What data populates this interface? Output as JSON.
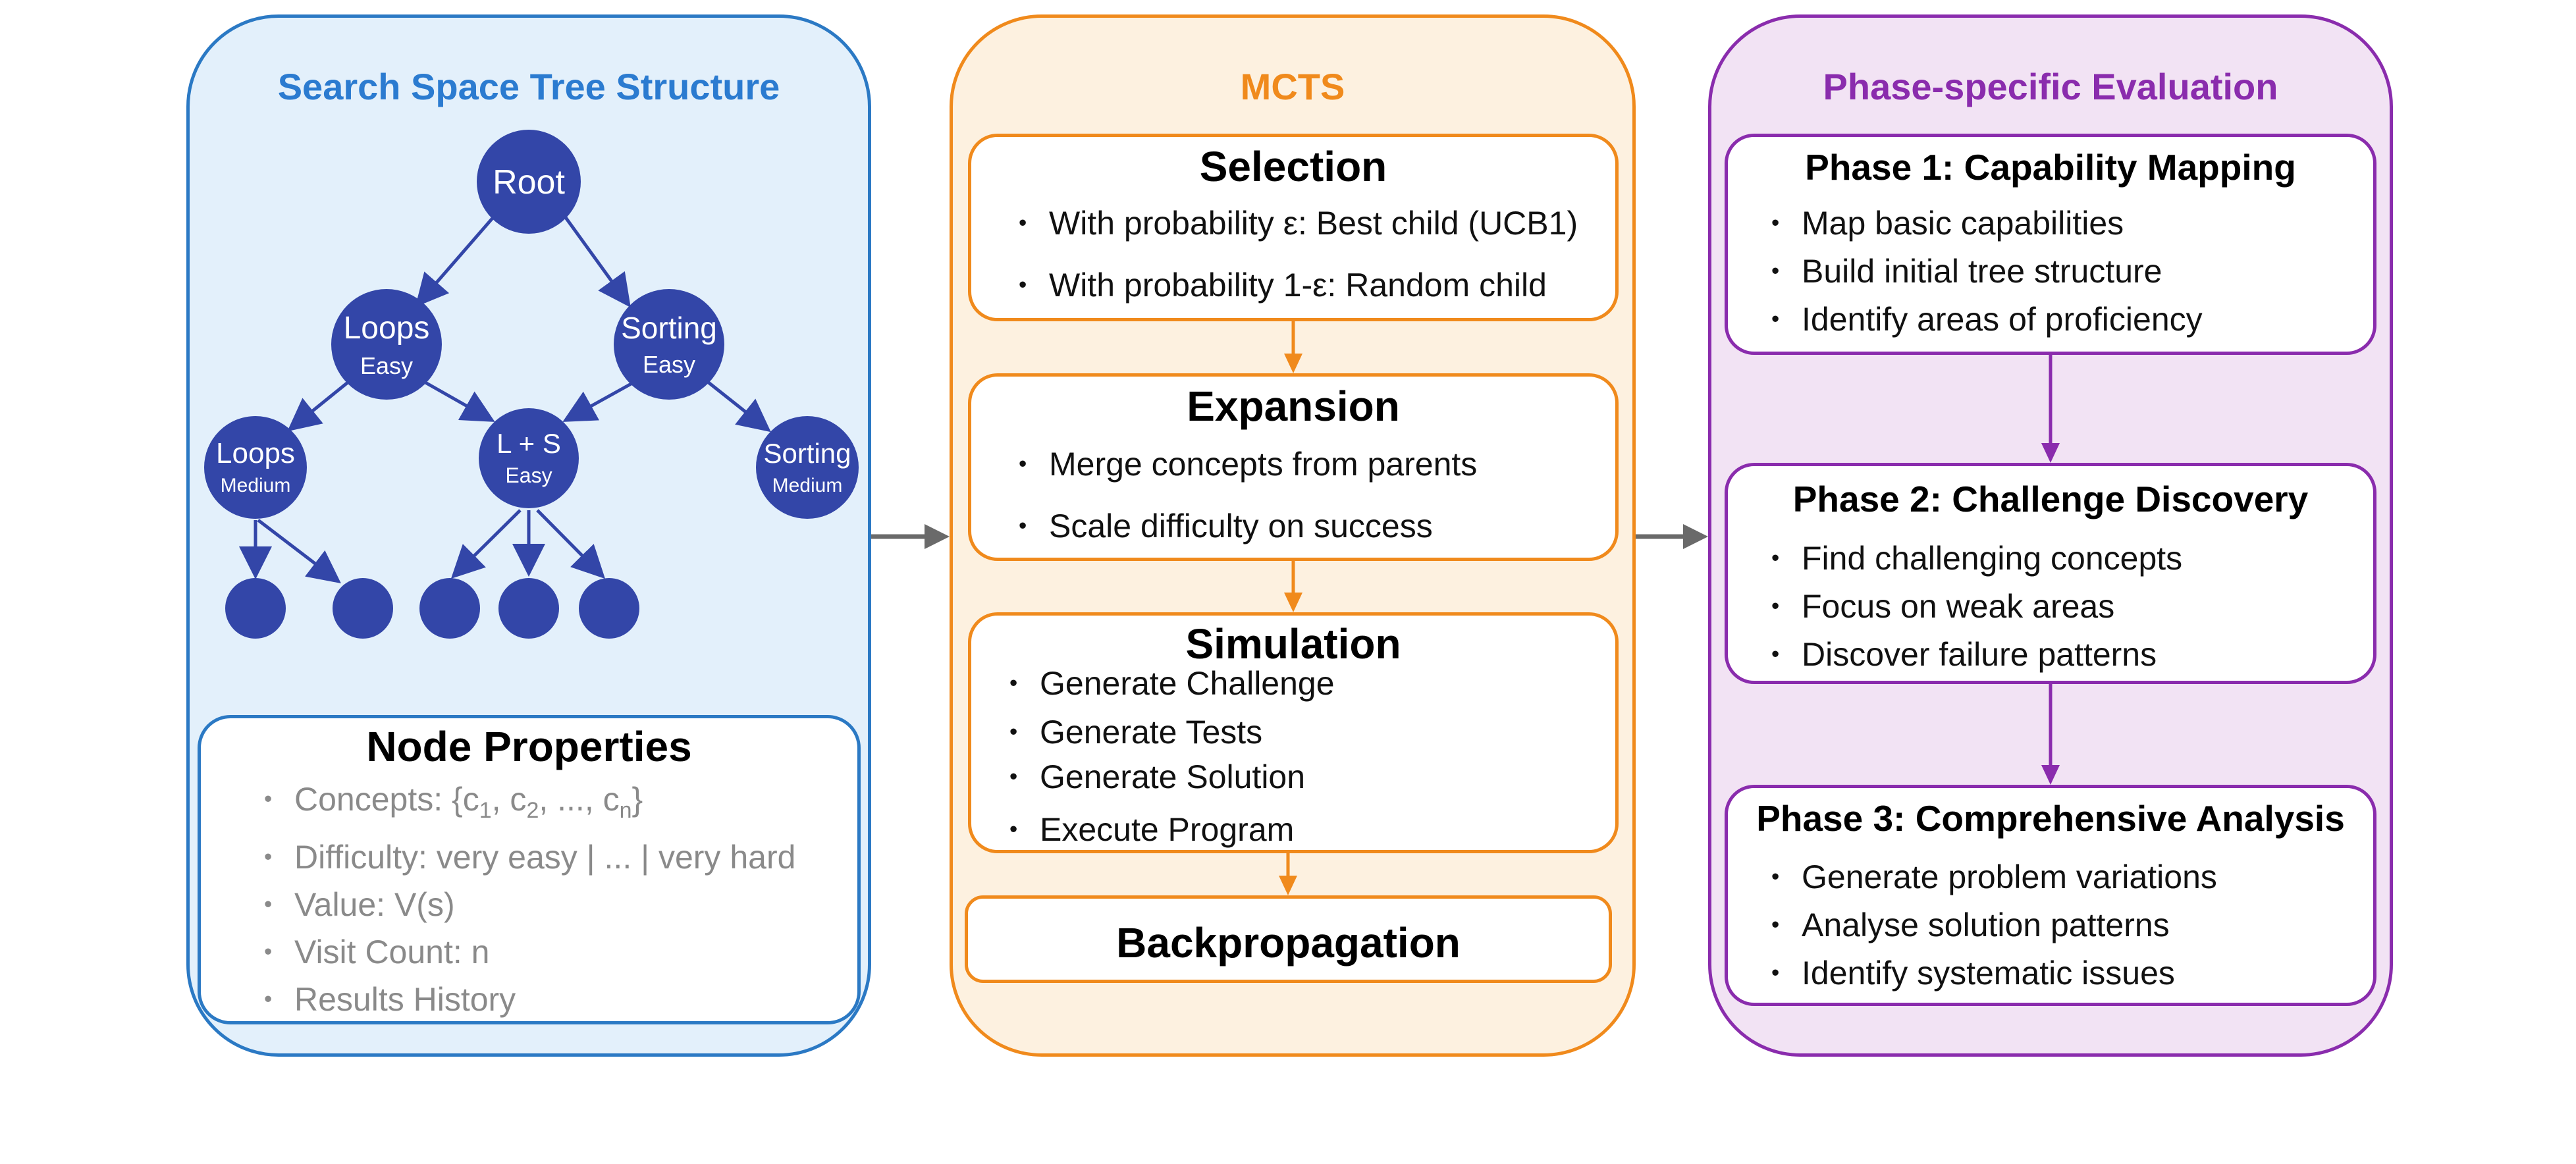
{
  "colors": {
    "blue_border": "#2b79c4",
    "blue_fill": "#e3f0fb",
    "blue_title": "#2b7bd0",
    "node_fill": "#3346a8",
    "orange_border": "#f08a1c",
    "orange_fill": "#fdf1e0",
    "orange_title": "#f08a1c",
    "purple_border": "#8a2cad",
    "purple_fill": "#f2e3f4",
    "purple_title": "#8a2cad",
    "arrow_gray": "#6a6a6a",
    "props_text": "#8a8a8a"
  },
  "left_panel": {
    "title": "Search Space Tree Structure",
    "tree": {
      "root": "Root",
      "loops": "Loops",
      "loops_sub": "Easy",
      "sorting": "Sorting",
      "sorting_sub": "Easy",
      "loops_med": "Loops",
      "loops_med_sub": "Medium",
      "ls": "L + S",
      "ls_sub": "Easy",
      "sorting_med": "Sorting",
      "sorting_med_sub": "Medium"
    },
    "props": {
      "title": "Node Properties",
      "concepts_prefix": "Concepts: {c",
      "c1_sub": "1",
      "sep1": ", c",
      "c2_sub": "2",
      "sep2": ", ..., c",
      "cn_sub": "n",
      "concepts_suffix": "}",
      "difficulty": "Difficulty: very easy | ... | very hard",
      "value": "Value: V(s)",
      "visit": "Visit Count: n",
      "history": "Results History"
    }
  },
  "middle_panel": {
    "title": "MCTS",
    "selection": {
      "title": "Selection",
      "items": [
        "With probability ε: Best child (UCB1)",
        "With probability 1-ε: Random child"
      ]
    },
    "expansion": {
      "title": "Expansion",
      "items": [
        "Merge concepts from parents",
        "Scale difficulty on success"
      ]
    },
    "simulation": {
      "title": "Simulation",
      "items": [
        "Generate Challenge",
        "Generate Tests",
        "Generate Solution",
        "Execute Program"
      ]
    },
    "backprop": {
      "title": "Backpropagation"
    }
  },
  "right_panel": {
    "title": "Phase-specific Evaluation",
    "phase1": {
      "title": "Phase 1: Capability Mapping",
      "items": [
        "Map basic capabilities",
        "Build initial tree structure",
        "Identify areas of proficiency"
      ]
    },
    "phase2": {
      "title": "Phase 2: Challenge Discovery",
      "items": [
        "Find challenging concepts",
        "Focus on weak areas",
        "Discover failure patterns"
      ]
    },
    "phase3": {
      "title": "Phase 3: Comprehensive Analysis",
      "items": [
        "Generate problem variations",
        "Analyse solution patterns",
        "Identify systematic issues"
      ]
    }
  }
}
